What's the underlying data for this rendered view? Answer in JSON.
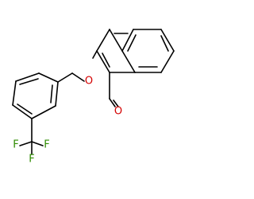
{
  "molecule": {
    "atoms": {
      "ether_oxygen": "O",
      "aldehyde_oxygen": "O",
      "fluorine_top": "F",
      "fluorine_left": "F",
      "fluorine_bottom": "F"
    },
    "colors": {
      "carbon_bonds": "#000000",
      "oxygen": "#d40000",
      "fluorine": "#2e8b00"
    }
  }
}
